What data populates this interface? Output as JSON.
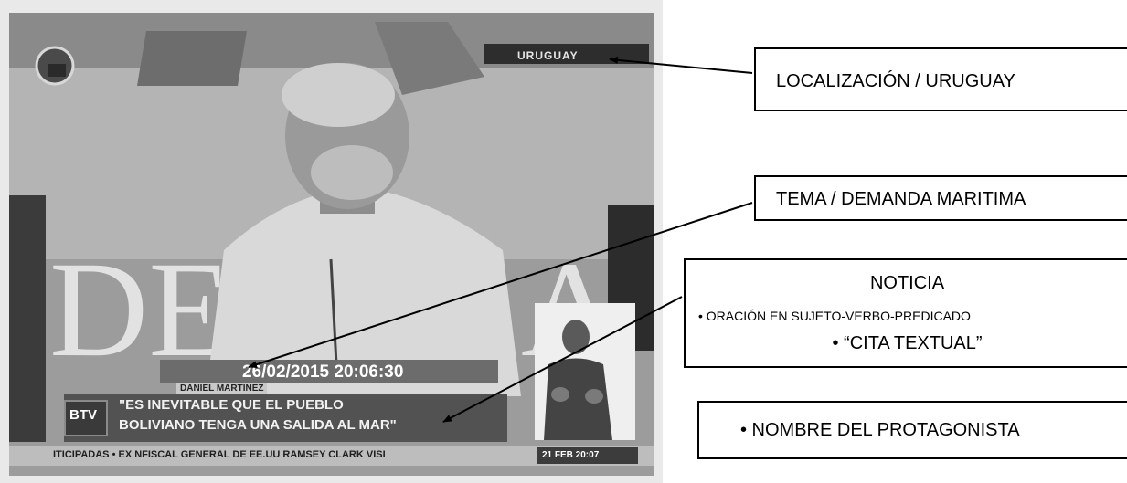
{
  "screen": {
    "location_tag": "URUGUAY",
    "date_time": "26/02/2015 20:06:30",
    "speaker_name": "DANIEL MARTINEZ",
    "channel_logo": "BTV",
    "quote_line_1": "\"ES INEVITABLE QUE EL PUEBLO",
    "quote_line_2": "BOLIVIANO TENGA UNA SALIDA AL MAR\"",
    "ticker_text": "ITICIPADAS •  EX NFISCAL GENERAL DE EE.UU RAMSEY CLARK VISI",
    "ticker_time": "21 FEB   20:07"
  },
  "annotations": {
    "location": "LOCALIZACIÓN / URUGUAY",
    "topic": "TEMA / DEMANDA MARITIMA",
    "news_title": "NOTICIA",
    "news_point_1": "• ORACIÓN  EN SUJETO-VERBO-PREDICADO",
    "news_point_2": "• “CITA TEXTUAL”",
    "protagonist": "• NOMBRE DEL PROTAGONISTA"
  }
}
